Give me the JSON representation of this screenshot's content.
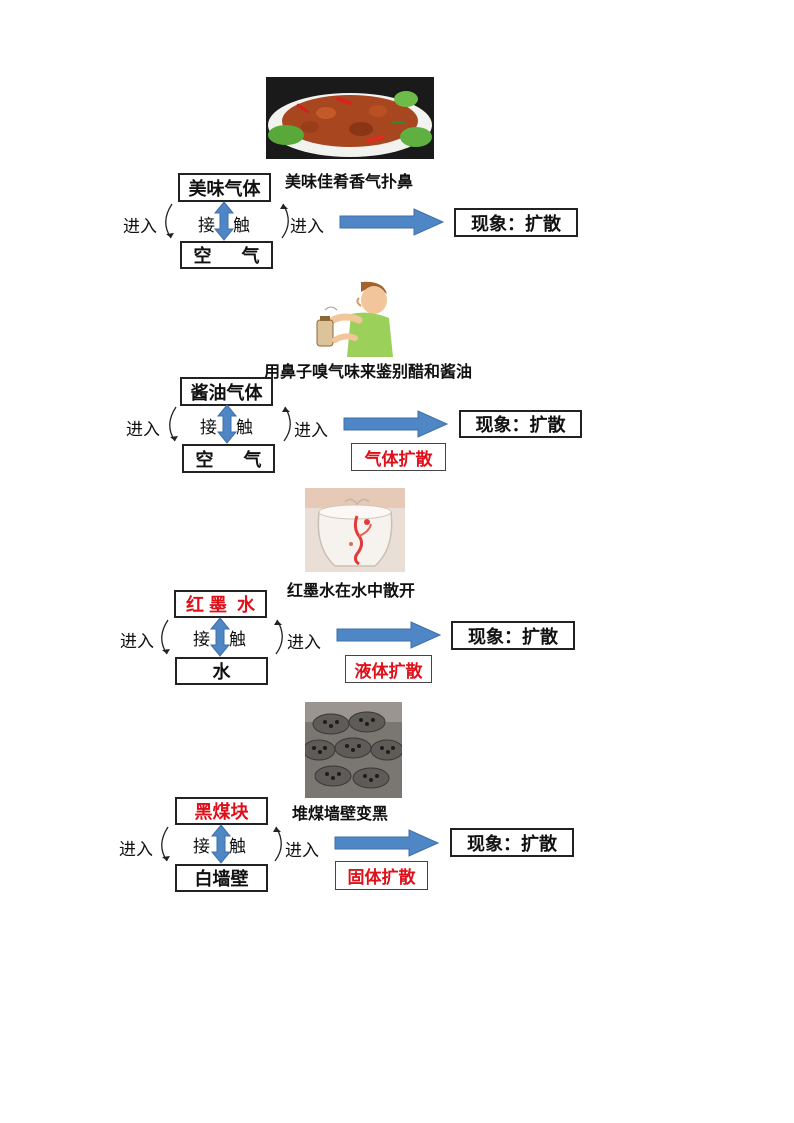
{
  "colors": {
    "accent_red": "#e0101a",
    "arrow_blue": "#4f86c6",
    "arrow_blue_dark": "#3f6fa8"
  },
  "sections": [
    {
      "caption": "美味佳肴香气扑鼻",
      "image_icon": "spicy-chicken-dish-image",
      "top_box": "美味气体",
      "top_red": false,
      "bottom_box": "空      气",
      "bottom_red": false,
      "contact_left": "接",
      "contact_right": "触",
      "enter_left": "进入",
      "enter_right": "进入",
      "result": "现象：扩散",
      "tag": ""
    },
    {
      "caption": "用鼻子嗅气味来鉴别醋和酱油",
      "image_icon": "man-smelling-bottle-image",
      "top_box": "酱油气体",
      "top_red": false,
      "bottom_box": "空      气",
      "bottom_red": false,
      "contact_left": "接",
      "contact_right": "触",
      "enter_left": "进入",
      "enter_right": "进入",
      "result": "现象：扩散",
      "tag": "气体扩散"
    },
    {
      "caption": "红墨水在水中散开",
      "image_icon": "red-ink-in-water-glass-image",
      "top_box": "红 墨  水",
      "top_red": true,
      "bottom_box": "水",
      "bottom_red": false,
      "contact_left": "接",
      "contact_right": "触",
      "enter_left": "进入",
      "enter_right": "进入",
      "result": "现象：扩散",
      "tag": "液体扩散"
    },
    {
      "caption": "堆煤墙壁变黑",
      "image_icon": "coal-briquettes-image",
      "top_box": "黑煤块",
      "top_red": true,
      "bottom_box": "白墙壁",
      "bottom_red": false,
      "contact_left": "接",
      "contact_right": "触",
      "enter_left": "进入",
      "enter_right": "进入",
      "result": "现象：扩散",
      "tag": "固体扩散"
    }
  ]
}
